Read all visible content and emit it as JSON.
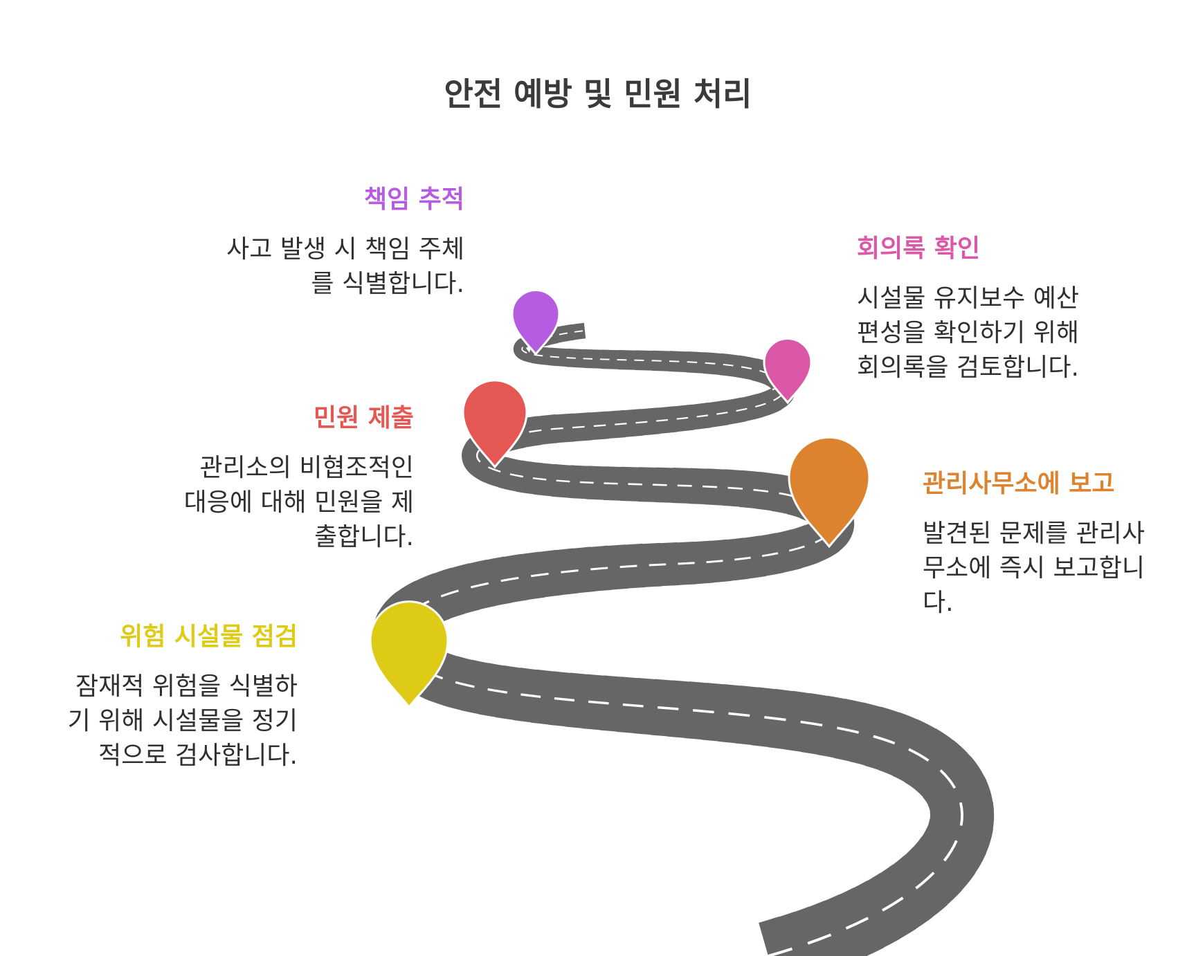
{
  "title": "안전 예방 및 민원 처리",
  "steps": [
    {
      "id": "inspect",
      "heading": "위험 시설물 점검",
      "color": "#DDCB16",
      "lines": [
        "잠재적 위험을 식별하",
        "기 위해 시설물을 정기",
        "적으로 검사합니다."
      ]
    },
    {
      "id": "report",
      "heading": "관리사무소에 보고",
      "color": "#DD8330",
      "lines": [
        "발견된 문제를 관리사",
        "무소에 즉시 보고합니",
        "다."
      ]
    },
    {
      "id": "complaint",
      "heading": "민원 제출",
      "color": "#E55753",
      "lines": [
        "관리소의 비협조적인",
        "대응에 대해 민원을 제",
        "출합니다."
      ]
    },
    {
      "id": "minutes",
      "heading": "회의록 확인",
      "color": "#DB58A8",
      "lines": [
        "시설물 유지보수 예산",
        "편성을 확인하기 위해",
        "회의록을 검토합니다."
      ]
    },
    {
      "id": "accountability",
      "heading": "책임 추적",
      "color": "#B55CE1",
      "lines": [
        "사고 발생 시 책임 주체",
        "를 식별합니다."
      ]
    }
  ],
  "colors": {
    "road": "#666666",
    "dash": "#ffffff",
    "title": "#3a3a3a",
    "text": "#2f2f2f"
  }
}
